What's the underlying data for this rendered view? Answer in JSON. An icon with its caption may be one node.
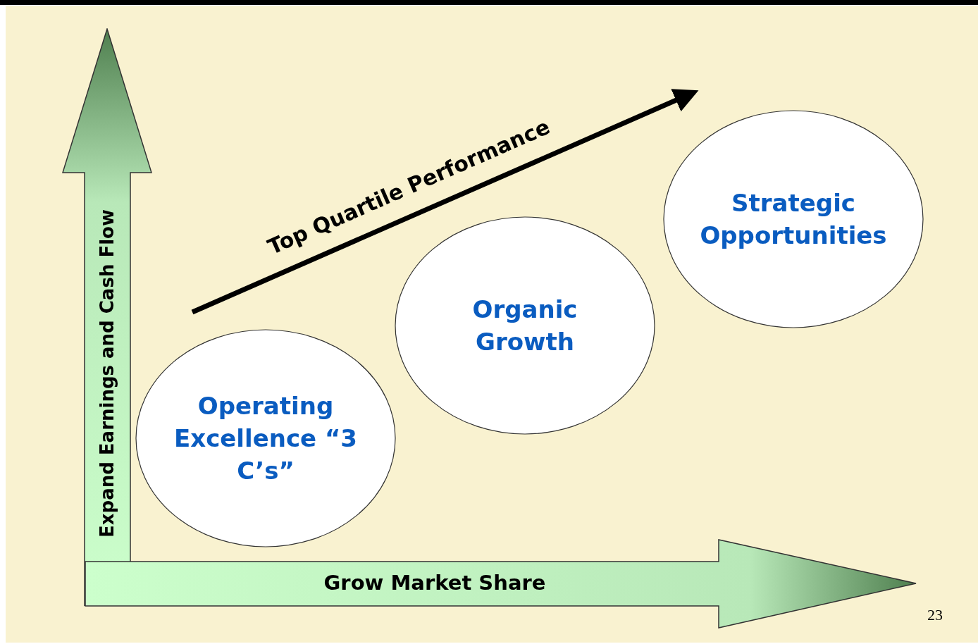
{
  "diagram": {
    "nodes": [
      {
        "text": [
          "Expand Earnings and Cash Flow"
        ]
      },
      {
        "text": [
          "Grow Market Share"
        ]
      },
      {
        "text": [
          "Operating Excellence “3 C’s”"
        ]
      },
      {
        "text": [
          "Organic Growth"
        ]
      },
      {
        "text": [
          "Strategic Opportunities"
        ]
      }
    ],
    "labels": [
      "Top Quartile Performance",
      "23"
    ]
  }
}
